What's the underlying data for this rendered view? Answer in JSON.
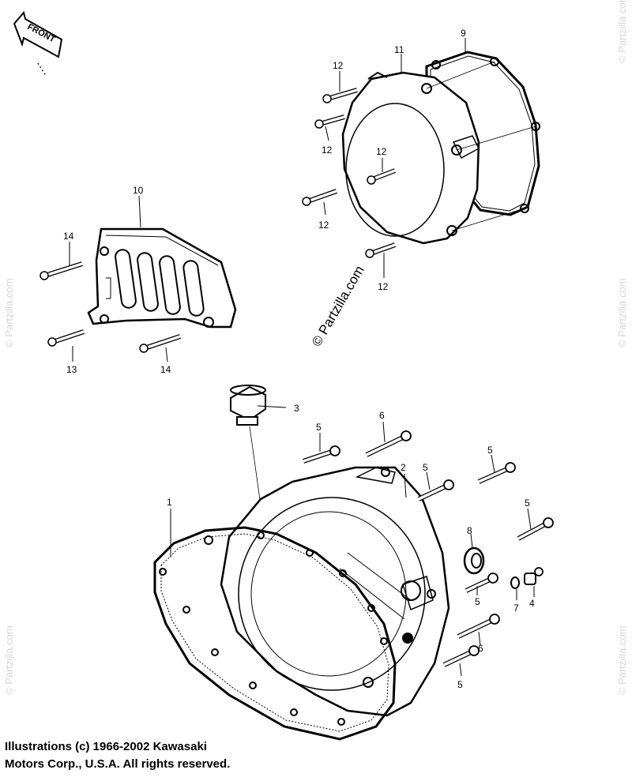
{
  "front_label": "FRONT",
  "watermark": "© Partzilla.com",
  "copyright": {
    "line1": "Illustrations (c) 1966-2002 Kawasaki",
    "line2": "Motors Corp., U.S.A.  All rights reserved."
  },
  "callouts": {
    "gasket_1": "1",
    "clutch_cover_2": "2",
    "filler_cap_3": "3",
    "bolt_4": "4",
    "bolt_5": "5",
    "bolt_6": "6",
    "washer_7": "7",
    "oil_seal_8": "8",
    "gasket_9": "9",
    "sprocket_cover_10": "10",
    "generator_cover_11": "11",
    "screw_12": "12",
    "bolt_13": "13",
    "bolt_14": "14"
  }
}
